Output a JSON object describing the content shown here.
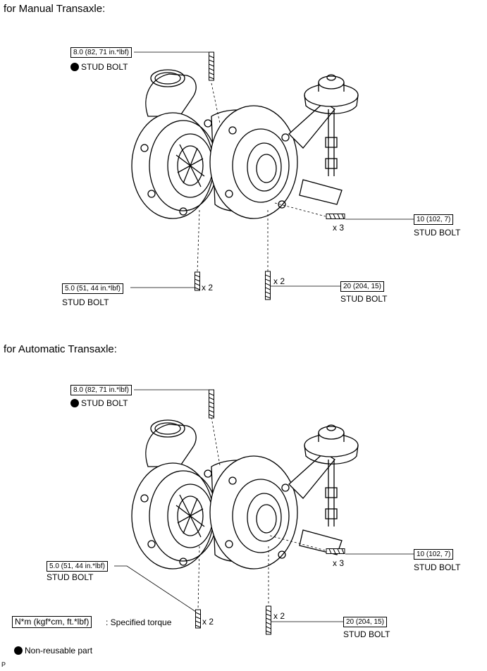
{
  "manual": {
    "heading": "for Manual Transaxle:",
    "top_torque": "8.0 (82, 71 in.*lbf)",
    "top_label": "STUD BOLT",
    "right_torque": "10 (102, 7)",
    "right_label": "STUD BOLT",
    "right_mult": "x 3",
    "left_torque": "5.0 (51, 44 in.*lbf)",
    "left_label": "STUD BOLT",
    "left_mult": "x 2",
    "mid_torque": "20 (204, 15)",
    "mid_label": "STUD BOLT",
    "mid_mult": "x 2"
  },
  "automatic": {
    "heading": "for Automatic Transaxle:",
    "top_torque": "8.0 (82, 71 in.*lbf)",
    "top_label": "STUD BOLT",
    "right_torque": "10 (102, 7)",
    "right_label": "STUD BOLT",
    "right_mult": "x 3",
    "left_torque": "5.0 (51, 44 in.*lbf)",
    "left_label": "STUD BOLT",
    "left_mult": "x 2",
    "mid_torque": "20 (204, 15)",
    "mid_label": "STUD BOLT",
    "mid_mult": "x 2"
  },
  "legend": {
    "torque_box": "N*m (kgf*cm, ft.*lbf)",
    "torque_text": ": Specified torque",
    "nonreusable_text": "Non-reusable part"
  },
  "figure_code": "P"
}
